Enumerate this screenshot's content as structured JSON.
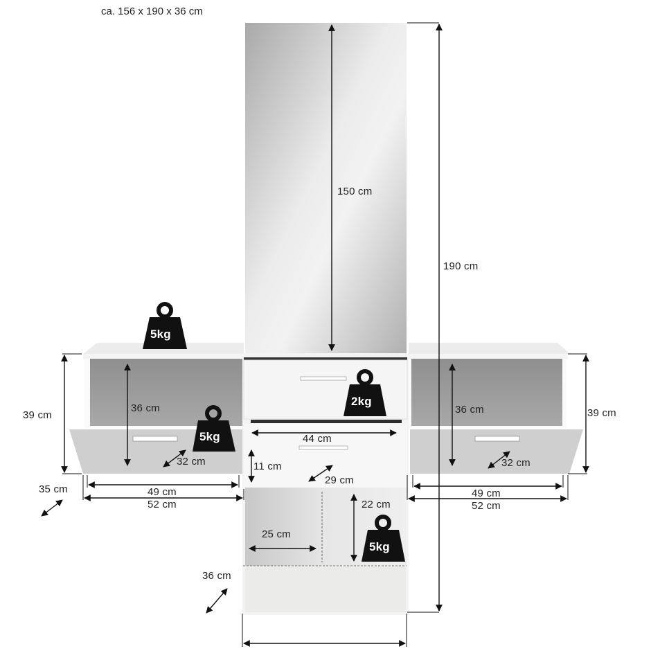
{
  "header": {
    "overall_dimensions": "ca. 156 x 190 x 36 cm"
  },
  "colors": {
    "outline": "#1a1a1a",
    "panel_white": "#f2f2f2",
    "shelf_interior": "#9e9e9e",
    "mirror_light": "#f0f0f0",
    "mirror_dark": "#a8a8a8",
    "weight_icon": "#111111"
  },
  "dimensions": {
    "mirror_height": "150 cm",
    "total_height": "190 cm",
    "left_shelf": {
      "outer_height": "39 cm",
      "inner_height": "36 cm",
      "flap_depth": "32 cm",
      "inner_width": "49 cm",
      "outer_width": "52 cm",
      "depth": "35 cm"
    },
    "right_shelf": {
      "outer_height": "39 cm",
      "inner_height": "36 cm",
      "flap_depth": "32 cm",
      "inner_width": "49 cm",
      "outer_width": "52 cm"
    },
    "center": {
      "drawer_width": "44 cm",
      "drawer_height": "11 cm",
      "drawer_depth": "29 cm",
      "compartment_height": "22 cm",
      "compartment_width": "25 cm",
      "depth": "36 cm"
    }
  },
  "load_ratings": {
    "left_top": "5kg",
    "left_flap": "5kg",
    "center_drawer": "2kg",
    "center_compartment": "5kg"
  }
}
